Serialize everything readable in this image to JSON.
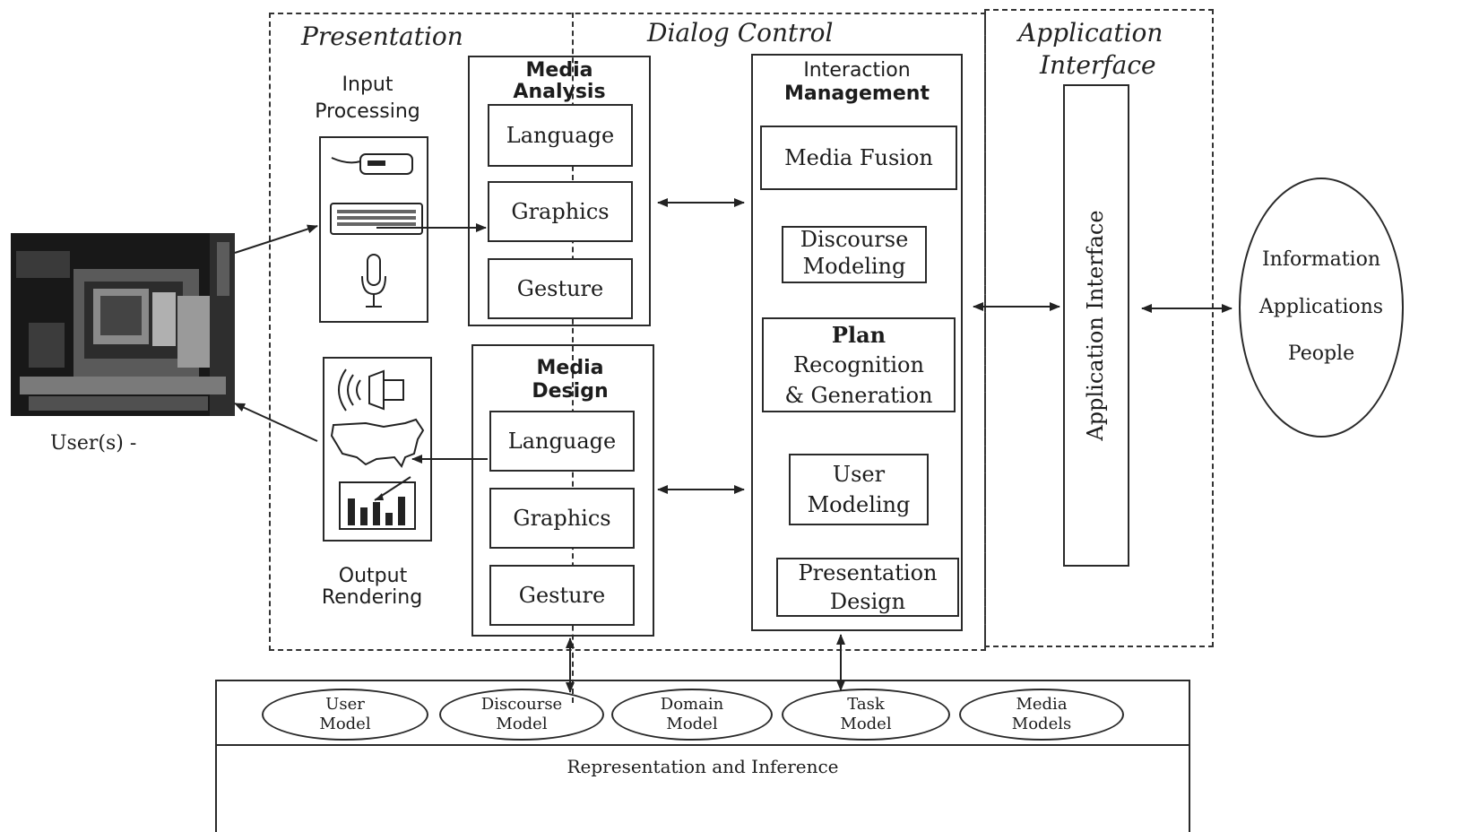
{
  "regions": {
    "presentation": "Presentation",
    "dialog_control": "Dialog Control",
    "application_interface_line1": "Application",
    "application_interface_line2": "Interface"
  },
  "input_processing": {
    "line1": "Input",
    "line2": "Processing"
  },
  "output_rendering": {
    "line1": "Output",
    "line2": "Rendering"
  },
  "media_analysis": {
    "title_line1": "Media",
    "title_line2": "Analysis",
    "items": [
      "Language",
      "Graphics",
      "Gesture"
    ]
  },
  "media_design": {
    "title_line1": "Media",
    "title_line2": "Design",
    "items": [
      "Language",
      "Graphics",
      "Gesture"
    ]
  },
  "interaction_management": {
    "title_line1": "Interaction",
    "title_line2": "Management",
    "media_fusion": "Media Fusion",
    "discourse_line1": "Discourse",
    "discourse_line2": "Modeling",
    "plan_line1": "Plan",
    "plan_line2": "Recognition",
    "plan_line3": "& Generation",
    "user_line1": "User",
    "user_line2": "Modeling",
    "presentation_line1": "Presentation",
    "presentation_line2": "Design"
  },
  "application_interface_vertical": "Application Interface",
  "users_label": "User(s) -",
  "external": {
    "line1": "Information",
    "line2": "Applications",
    "line3": "People"
  },
  "models": [
    {
      "line1": "User",
      "line2": "Model"
    },
    {
      "line1": "Discourse",
      "line2": "Model"
    },
    {
      "line1": "Domain",
      "line2": "Model"
    },
    {
      "line1": "Task",
      "line2": "Model"
    },
    {
      "line1": "Media",
      "line2": "Models"
    }
  ],
  "representation_label": "Representation and Inference",
  "icons": [
    "mouse-icon",
    "keyboard-icon",
    "microphone-icon",
    "speaker-icon",
    "map-icon",
    "bar-chart-icon",
    "user-workstation-photo"
  ]
}
